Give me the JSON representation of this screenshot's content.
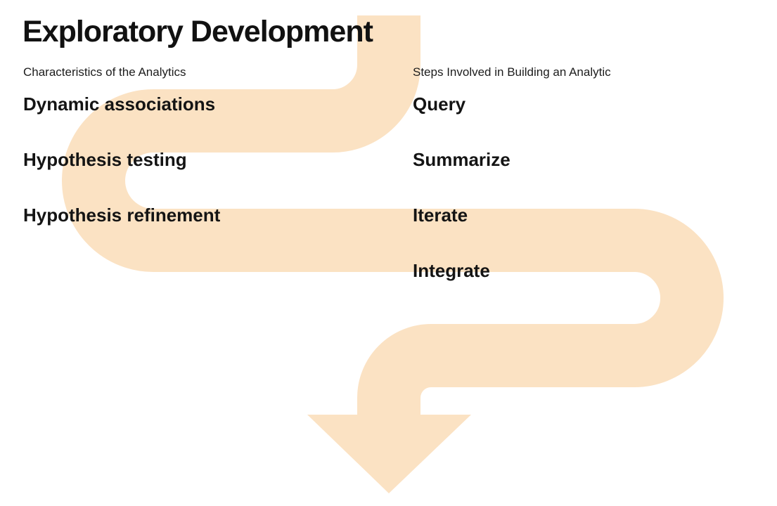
{
  "title": "Exploratory Development",
  "left_column": {
    "heading": "Characteristics of the Analytics",
    "items": [
      "Dynamic associations",
      "Hypothesis testing",
      "Hypothesis refinement"
    ]
  },
  "right_column": {
    "heading": "Steps Involved in Building an Analytic",
    "items": [
      "Query",
      "Summarize",
      "Iterate",
      "Integrate"
    ]
  },
  "arrow": {
    "description": "serpentine flow arrow winding top to bottom, ending in a downward arrowhead"
  },
  "colors": {
    "arrow": "#FBE2C3",
    "text": "#1A1A1A",
    "background": "#FFFFFF"
  }
}
